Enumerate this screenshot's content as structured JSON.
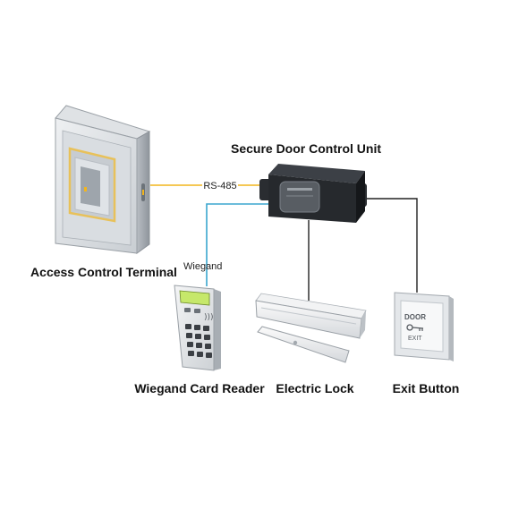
{
  "diagram": {
    "labels": {
      "access_control_terminal": "Access Control Terminal",
      "secure_door_control_unit": "Secure Door Control Unit",
      "wiegand_card_reader": "Wiegand Card Reader",
      "electric_lock": "Electric Lock",
      "exit_button": "Exit Button"
    },
    "connections": {
      "rs485": "RS-485",
      "wiegand": "Wiegand"
    },
    "exit_button_text": {
      "door": "DOOR",
      "exit": "EXIT"
    },
    "colors": {
      "rs485_wire": "#f2b51d",
      "wiegand_wire": "#3aa6cf",
      "power_wire": "#222222"
    }
  }
}
